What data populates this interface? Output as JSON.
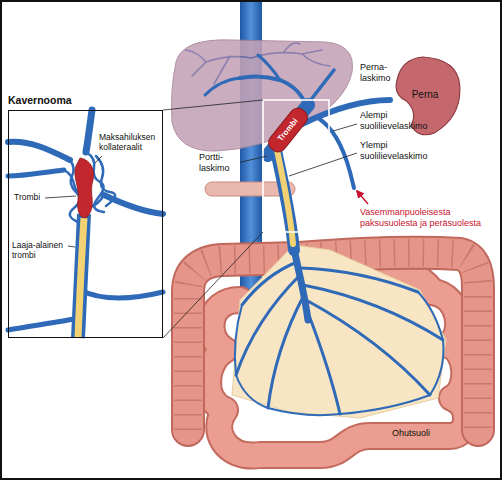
{
  "diagram": {
    "nodes": [
      {
        "text": [
          "Kavernooma"
        ]
      },
      {
        "text": [
          "Perna"
        ]
      }
    ],
    "labels": [
      "Maksahiluksen kollateraalit",
      "Trombi",
      "Laaja-alainen trombi",
      "Trombi",
      "Perna-laskimo",
      "Portti-laskimo",
      "Alempi suolilievelaskimo",
      "Ylempi suolilievelaskimo",
      "Vasemmanpuoleisesta paksusuolesta ja peräsuolesta",
      "Ohutsuoli"
    ]
  }
}
